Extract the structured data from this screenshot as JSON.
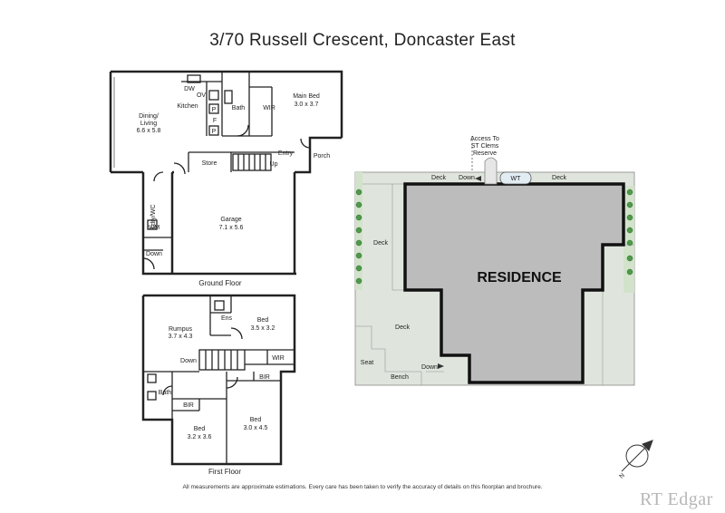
{
  "title": "3/70 Russell Crescent, Doncaster East",
  "ground_floor": {
    "label": "Ground Floor",
    "rooms": {
      "dw": "DW",
      "ov": "OV",
      "kitchen": "Kitchen",
      "p1": "P",
      "p2": "P",
      "f": "F",
      "bath": "Bath",
      "wir": "WIR",
      "main_bed": "Main Bed",
      "main_bed_size": "3.0 x 3.7",
      "dining": "Dining/",
      "living": "Living",
      "dining_size": "6.6 x 5.8",
      "entry": "Entry",
      "porch": "Porch",
      "store": "Store",
      "up": "Up",
      "ldry": "Ldry/WC",
      "wm": "WM",
      "garage": "Garage",
      "garage_size": "7.1 x 5.6",
      "down": "Down"
    }
  },
  "first_floor": {
    "label": "First Floor",
    "rooms": {
      "rumpus": "Rumpus",
      "rumpus_size": "3.7 x 4.3",
      "ens": "Ens",
      "bed1": "Bed",
      "bed1_size": "3.5 x 3.2",
      "wir": "WIR",
      "down": "Down",
      "bir1": "BIR",
      "bath": "Bath",
      "bir2": "BIR",
      "bed2": "Bed",
      "bed2_size": "3.2 x 3.6",
      "bed3": "Bed",
      "bed3_size": "3.0 x 4.5"
    }
  },
  "site_plan": {
    "access1": "Access To",
    "access2": "ST Clems",
    "access3": "Reserve",
    "deck_top_left": "Deck",
    "down_top": "Down",
    "wt": "WT",
    "deck_top_right": "Deck",
    "deck_left": "Deck",
    "residence": "RESIDENCE",
    "deck_bottom": "Deck",
    "seat": "Seat",
    "bench": "Bench",
    "down_bottom": "Down"
  },
  "compass": "N",
  "disclaimer": "All measurements are approximate estimations. Every care has been taken to verify the accuracy of details on this floorplan and brochure.",
  "brand": "RT Edgar",
  "colors": {
    "wall": "#222222",
    "site_fill": "#dfe5dc",
    "residence_fill": "#bcbcbc",
    "hedge": "#4f9a4a",
    "brand": "#b7b7b7"
  }
}
